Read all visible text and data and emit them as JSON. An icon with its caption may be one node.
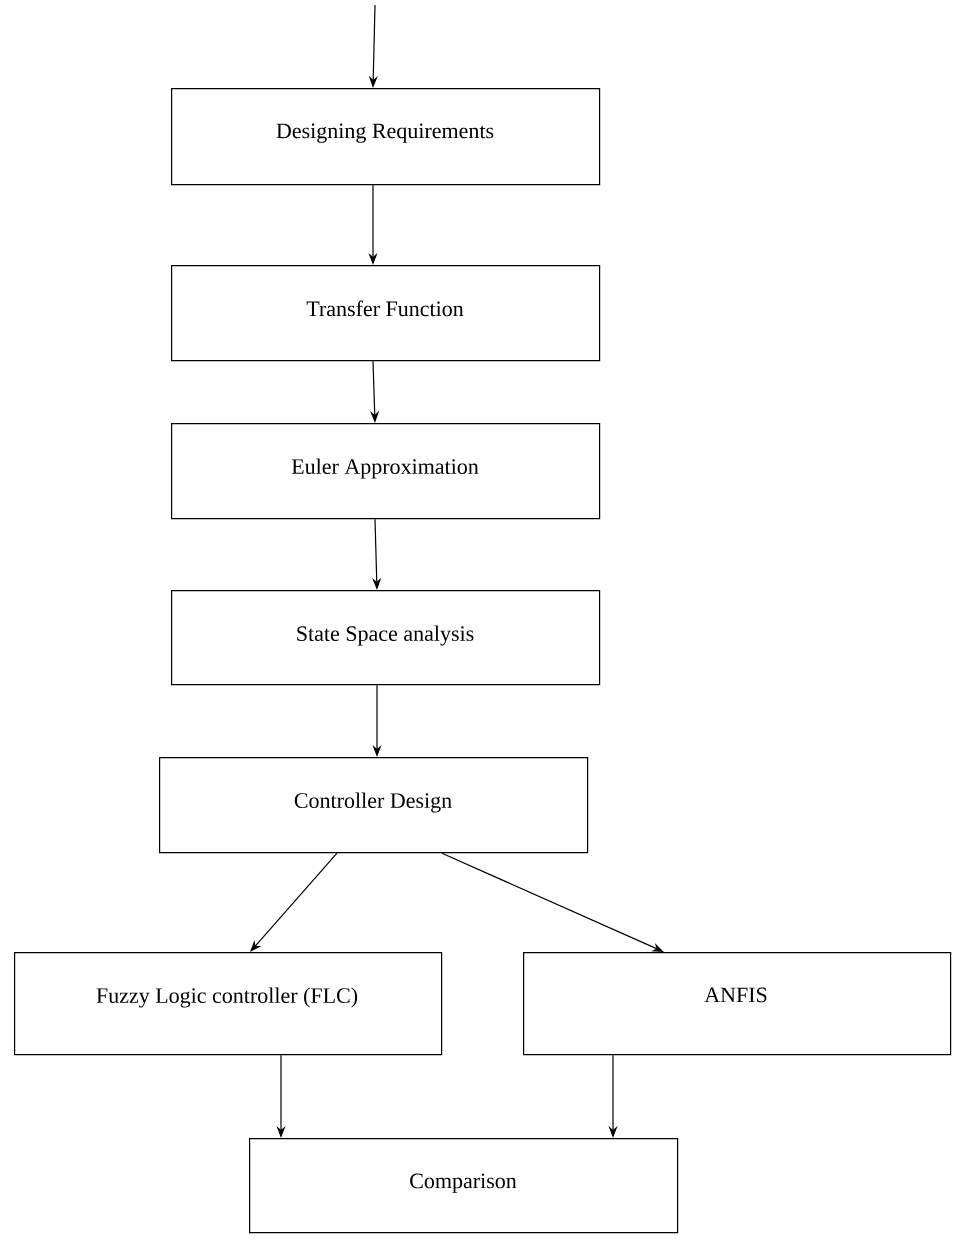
{
  "diagram": {
    "nodes": [
      {
        "text": [
          "Designing Requirements"
        ]
      },
      {
        "text": [
          "Transfer Function"
        ]
      },
      {
        "text": [
          "Euler Approximation"
        ]
      },
      {
        "text": [
          "State Space analysis"
        ]
      },
      {
        "text": [
          "Controller Design"
        ]
      },
      {
        "text": [
          "Fuzzy Logic controller (FLC)"
        ]
      },
      {
        "text": [
          "ANFIS"
        ]
      },
      {
        "text": [
          "Comparison"
        ]
      }
    ],
    "edges": [
      {
        "from": null,
        "to": 0,
        "arrow": "to"
      },
      {
        "from": 0,
        "to": 1,
        "arrow": "to"
      },
      {
        "from": 1,
        "to": 2,
        "arrow": "to"
      },
      {
        "from": 2,
        "to": 3,
        "arrow": "to"
      },
      {
        "from": 3,
        "to": 4,
        "arrow": "to"
      },
      {
        "from": 4,
        "to": 5,
        "arrow": "to"
      },
      {
        "from": 4,
        "to": 6,
        "arrow": "to"
      },
      {
        "from": 5,
        "to": 7,
        "arrow": "to"
      },
      {
        "from": 6,
        "to": 7,
        "arrow": "to"
      }
    ]
  }
}
